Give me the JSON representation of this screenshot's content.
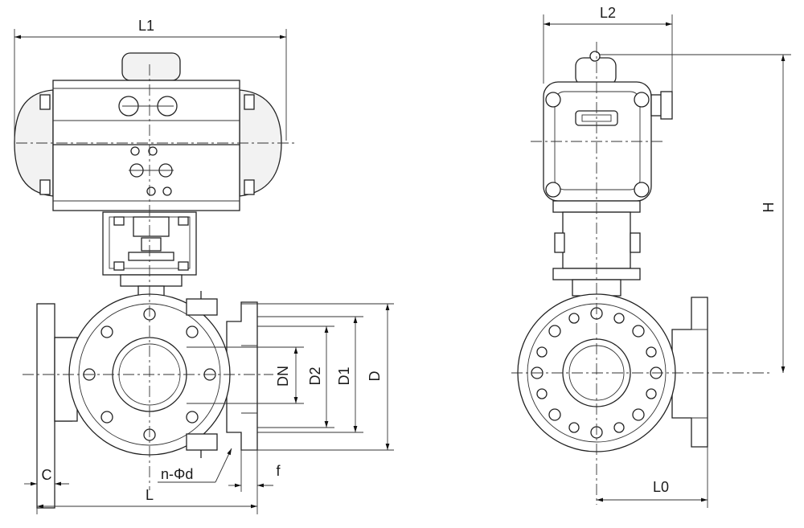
{
  "labels": {
    "L1": "L1",
    "L2": "L2",
    "H": "H",
    "DN": "DN",
    "D2": "D2",
    "D1": "D1",
    "D": "D",
    "C": "C",
    "L": "L",
    "f": "f",
    "L0": "L0",
    "bolt_holes": "n-Φd"
  }
}
